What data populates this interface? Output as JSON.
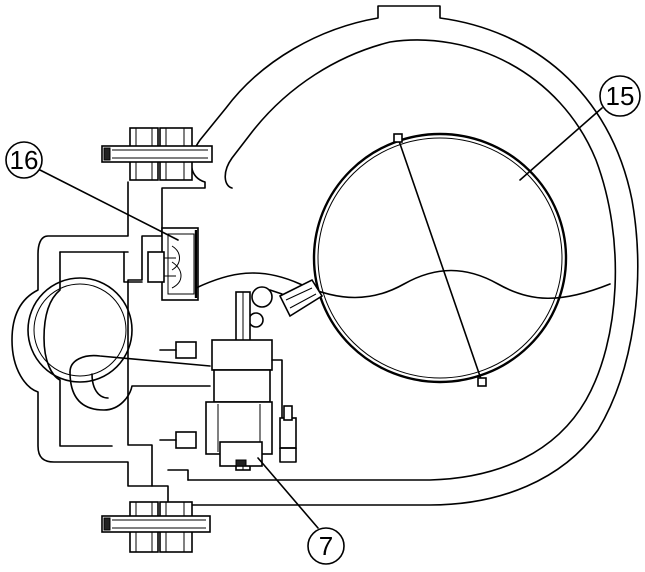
{
  "callouts": [
    {
      "id": "label-16",
      "text": "16"
    },
    {
      "id": "label-15",
      "text": "15"
    },
    {
      "id": "label-7",
      "text": "7"
    }
  ]
}
